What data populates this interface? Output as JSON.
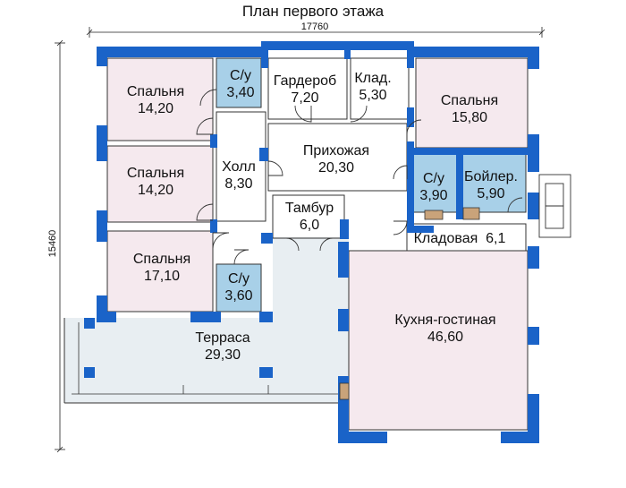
{
  "title": "План первого этажа",
  "dimensions": {
    "width": "17760",
    "height": "15460"
  },
  "colors": {
    "wall": "#1a63c8",
    "bedroom": "#f5e9ee",
    "bath": "#a8d0e8",
    "terrace": "#e8eef2",
    "line": "#333333"
  },
  "rooms": {
    "bedroom1": {
      "name": "Спальня",
      "area": "14,20"
    },
    "bath1": {
      "name": "С/у",
      "area": "3,40"
    },
    "wardrobe": {
      "name": "Гардероб",
      "area": "7,20"
    },
    "storage1": {
      "name": "Клад.",
      "area": "5,30"
    },
    "bedroom4": {
      "name": "Спальня",
      "area": "15,80"
    },
    "bedroom2": {
      "name": "Спальня",
      "area": "14,20"
    },
    "hall": {
      "name": "Холл",
      "area": "8,30"
    },
    "foyer": {
      "name": "Прихожая",
      "area": "20,30"
    },
    "bath3": {
      "name": "С/у",
      "area": "3,90"
    },
    "boiler": {
      "name": "Бойлер.",
      "area": "5,90"
    },
    "vestibule": {
      "name": "Тамбур",
      "area": "6,0"
    },
    "pantry": {
      "name": "Кладовая",
      "area": "6,1"
    },
    "bedroom3": {
      "name": "Спальня",
      "area": "17,10"
    },
    "bath2": {
      "name": "С/у",
      "area": "3,60"
    },
    "kitchen": {
      "name": "Кухня-гостиная",
      "area": "46,60"
    },
    "terrace": {
      "name": "Терраса",
      "area": "29,30"
    }
  }
}
